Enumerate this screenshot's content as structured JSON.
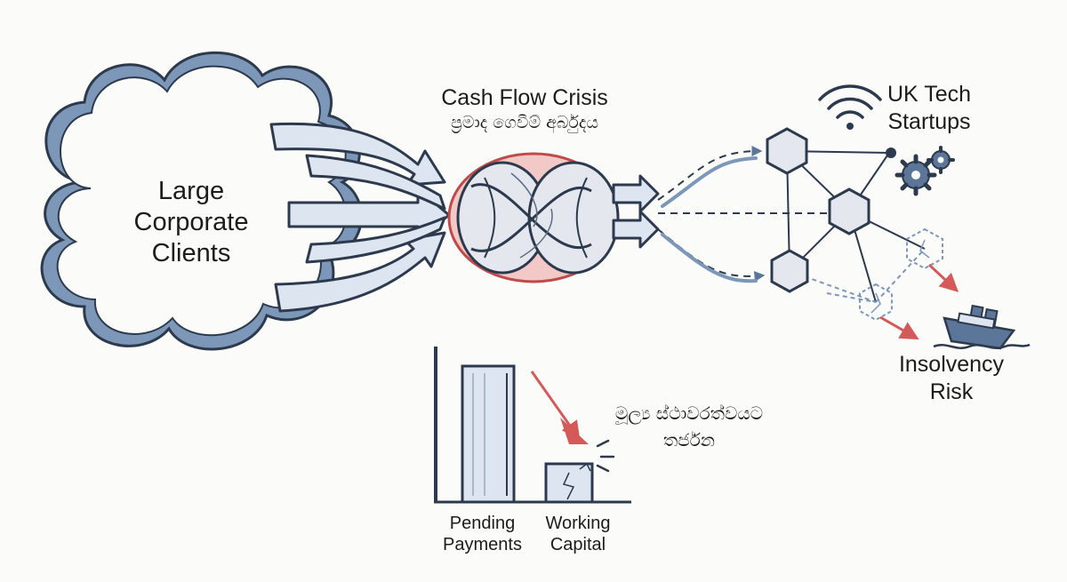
{
  "cloud": {
    "lines": [
      "Large",
      "Corporate",
      "Clients"
    ]
  },
  "crisis": {
    "title": "Cash Flow Crisis",
    "subtitle_si": "ප්‍රමාද ගෙවීම් අර්බුදය"
  },
  "startups": {
    "lines": [
      "UK Tech",
      "Startups"
    ]
  },
  "insolvency": {
    "lines": [
      "Insolvency",
      "Risk"
    ]
  },
  "bar_chart": {
    "threat_lines_si": [
      "මූල්‍ය ස්ථාවරත්වයට",
      "තර්ජන"
    ],
    "bars": [
      {
        "label_lines": [
          "Pending",
          "Payments"
        ],
        "relative_height": 1.0
      },
      {
        "label_lines": [
          "Working",
          "Capital"
        ],
        "relative_height": 0.27
      }
    ]
  },
  "colors": {
    "blue_fill": "#7d97b8",
    "blue_light": "#dde6f0",
    "ink": "#2d3a4d",
    "red_accent": "#d45a5a",
    "knot_pink": "#f2c9c6"
  }
}
